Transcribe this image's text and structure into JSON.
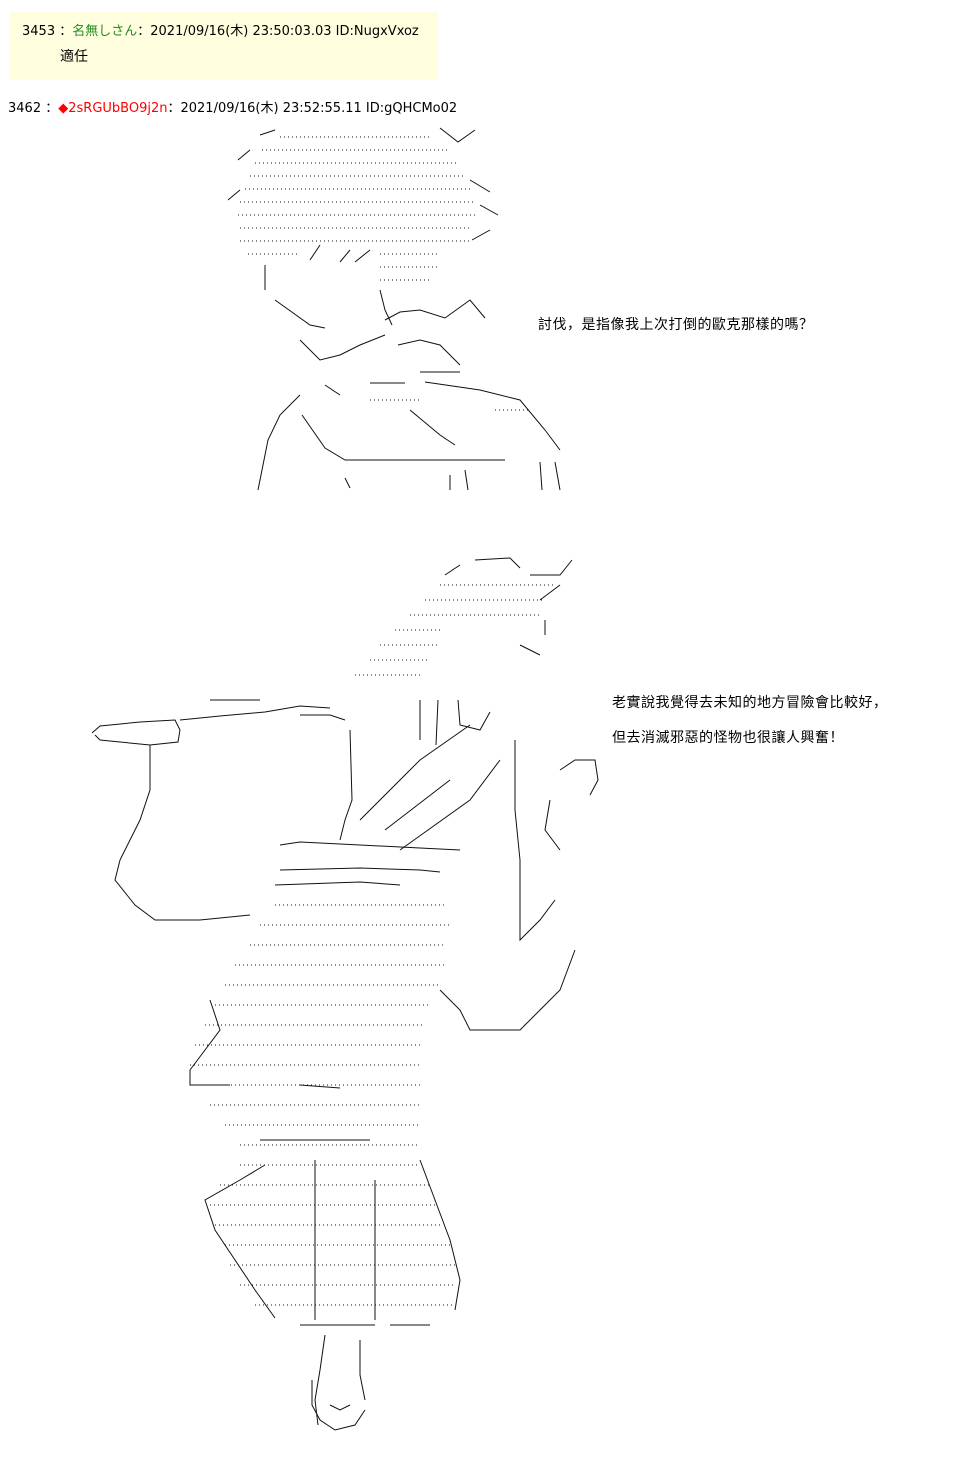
{
  "posts": [
    {
      "number": "3453",
      "separator": "：",
      "name": "名無しさん",
      "date": "：2021/09/16(木) 23:50:03.03 ID:NugxVxoz",
      "body": "適任"
    },
    {
      "number": "3462",
      "separator": "：",
      "name": "◆2sRGUbBO9j2n",
      "date": "：2021/09/16(木) 23:52:55.11 ID:gQHCMo02",
      "dialog": [
        "討伐，是指像我上次打倒的歐克那樣的嗎？",
        "老實說我覺得去未知的地方冒險會比較好，",
        "但去消滅邪惡的怪物也很讓人興奮！"
      ]
    }
  ],
  "colors": {
    "quote_background": "#ffffe0",
    "name_default": "#228b22",
    "name_trip": "#ff0000"
  }
}
